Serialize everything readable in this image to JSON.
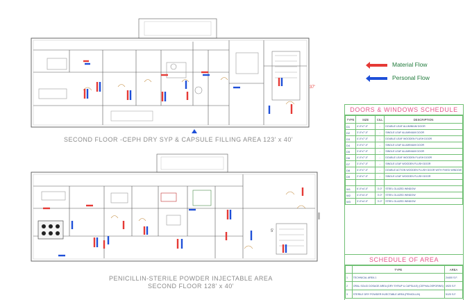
{
  "drawing": {
    "plan1_title": "SECOND FLOOR -CEPH DRY SYP & CAPSULE FILLING AREA 123' x 40'",
    "plan2_title_line1": "PENICILLIN-STERILE POWDER INJECTABLE AREA",
    "plan2_title_line2": "SECOND FLOOR 128' x 40'",
    "dim_label_1": "37'",
    "dim_label_2": "5'"
  },
  "legend": {
    "material_flow": "Material Flow",
    "personal_flow": "Personal Flow",
    "material_color": "#e53935",
    "personal_color": "#1e4fd8"
  },
  "door_schedule": {
    "title": "DOORS & WINDOWS SCHEDULE",
    "headers": [
      "TYPE",
      "SIZE",
      "CILL",
      "DESCRIPTION"
    ],
    "rows": [
      [
        "D1",
        "4'-0\"x7'-0\"",
        "-",
        "DOUBLE LEAF ALUMINIUM DOOR"
      ],
      [
        "D2",
        "3'-0\"x7'-0\"",
        "-",
        "SINGLE LEAF ALUMINIUM DOOR"
      ],
      [
        "D3",
        "4'-0\"x7'-0\"",
        "-",
        "DOUBLE LEAF WOODEN FLUSH DOOR"
      ],
      [
        "D4",
        "3'-0\"x7'-0\"",
        "-",
        "SINGLE LEAF ALUMINIUM DOOR"
      ],
      [
        "D5",
        "3'-6\"x7'-0\"",
        "-",
        "SINGLE LEAF ALUMINIUM DOOR"
      ],
      [
        "D6",
        "4'-0\"x7'-0\"",
        "-",
        "DOUBLE LEAF WOODEN FLUSH DOOR"
      ],
      [
        "D7",
        "3'-0\"x7'-0\"",
        "-",
        "SINGLE LEAF WOODEN FLUSH DOOR"
      ],
      [
        "D8",
        "4'-0\"x7'-0\"",
        "-",
        "DOUBLE ACTION WOODEN FLUSH DOOR WITH FIXED WINDOW"
      ],
      [
        "D9",
        "2'-6\"x7'-0\"",
        "-",
        "SINGLE LEAF WOODEN FLUSH DOOR"
      ],
      [
        "",
        "",
        "",
        ""
      ],
      [
        "W1",
        "6'-0\"x4'-0\"",
        "3'-0\"",
        "STEEL GLAZED WINDOW"
      ],
      [
        "W2",
        "4'-0\"x4'-0\"",
        "3'-0\"",
        "STEEL GLAZED WINDOW"
      ],
      [
        "W3",
        "3'-0\"x4'-0\"",
        "3'-0\"",
        "STEEL GLAZED WINDOW"
      ]
    ]
  },
  "area_schedule": {
    "title": "SCHEDULE OF AREA",
    "headers": [
      "",
      "TYPE",
      "AREA"
    ],
    "rows": [
      [
        "1",
        "TECHNICAL AREA 1",
        "24400 S.F."
      ],
      [
        "2",
        "ORAL SOLID DOSAGE AREA (DRY SYRUP & CAPSULE) (CEPHALOSPORINS)",
        "4920 S.F."
      ],
      [
        "3",
        "STERILE DRY POWDER INJECTABLE AREA (PENICILLIN)",
        "5120 S.F."
      ]
    ]
  }
}
